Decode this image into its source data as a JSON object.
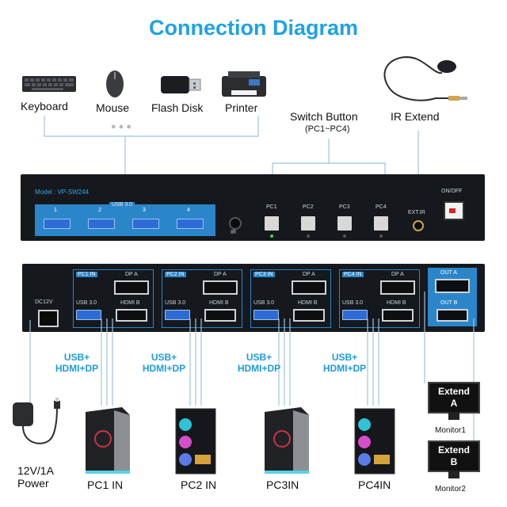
{
  "title": "Connection Diagram",
  "peripherals": {
    "keyboard": "Keyboard",
    "mouse": "Mouse",
    "flash_disk": "Flash Disk",
    "printer": "Printer",
    "more": "●●●"
  },
  "callouts": {
    "switch_button": "Switch Button",
    "switch_button_sub": "(PC1~PC4)",
    "ir_extend": "IR Extend"
  },
  "front_panel": {
    "model": "Model : VP-SW244",
    "usb_label": "USB 3.0",
    "usb_ports": [
      "1",
      "2",
      "3",
      "4"
    ],
    "ir_label": "IR",
    "pc_buttons": [
      "PC1",
      "PC2",
      "PC3",
      "PC4"
    ],
    "ext_ir": "EXT.IR",
    "onoff": "ON/OFF"
  },
  "rear_panel": {
    "dc": "DC12V",
    "groups": [
      {
        "label": "PC1 IN",
        "dp": "DP A",
        "usb": "USB 3.0",
        "hdmi": "HDMI B"
      },
      {
        "label": "PC2 IN",
        "dp": "DP A",
        "usb": "USB 3.0",
        "hdmi": "HDMI B"
      },
      {
        "label": "PC3 IN",
        "dp": "DP A",
        "usb": "USB 3.0",
        "hdmi": "HDMI B"
      },
      {
        "label": "PC4 IN",
        "dp": "DP A",
        "usb": "USB 3.0",
        "hdmi": "HDMI B"
      }
    ],
    "out_a": "OUT A",
    "out_b": "OUT B"
  },
  "cable_labels": [
    "USB+\nHDMI+DP",
    "USB+\nHDMI+DP",
    "USB+\nHDMI+DP",
    "USB+\nHDMI+DP"
  ],
  "cable_label_lines": [
    [
      "USB+",
      "HDMI+DP"
    ],
    [
      "USB+",
      "HDMI+DP"
    ],
    [
      "USB+",
      "HDMI+DP"
    ],
    [
      "USB+",
      "HDMI+DP"
    ]
  ],
  "power": {
    "line1": "12V/1A",
    "line2": "Power"
  },
  "pcs": [
    "PC1 IN",
    "PC2 IN",
    "PC3IN",
    "PC4IN"
  ],
  "monitors": [
    {
      "line1": "Extend",
      "line2": "A",
      "caption": "Monitor1"
    },
    {
      "line1": "Extend",
      "line2": "B",
      "caption": "Monitor2"
    }
  ],
  "colors": {
    "accent": "#1ea2e6",
    "panel": "#15181d",
    "usb_blue": "#2a86c9"
  }
}
